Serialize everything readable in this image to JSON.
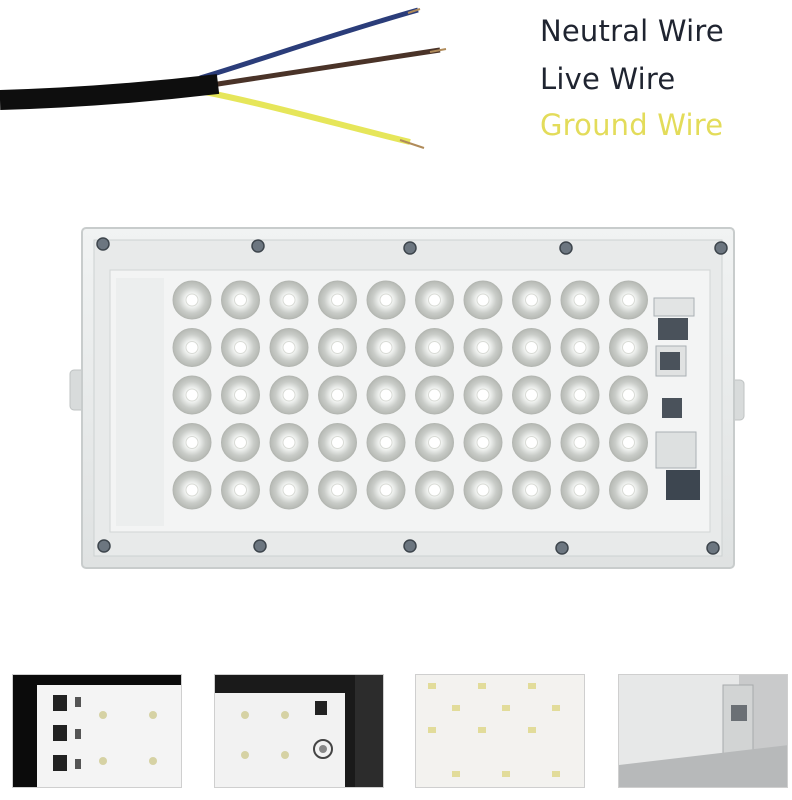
{
  "wire_labels": {
    "neutral": {
      "text": "Neutral Wire",
      "color": "#1f2430"
    },
    "live": {
      "text": "Live Wire",
      "color": "#1f2430"
    },
    "ground": {
      "text": "Ground Wire",
      "color": "#e3dc5a"
    }
  },
  "wire_colors": {
    "cable": "#0e0e0e",
    "neutral": "#2b3d7a",
    "live": "#4a3328",
    "ground": "#e6e65a"
  },
  "product": {
    "name": "led-flood-light-panel",
    "led_rows": 5,
    "led_cols": 10
  },
  "thumbnails": [
    {
      "name": "thumb-driver-board"
    },
    {
      "name": "thumb-board-corner"
    },
    {
      "name": "thumb-led-closeup"
    },
    {
      "name": "thumb-mounting-bracket"
    }
  ]
}
